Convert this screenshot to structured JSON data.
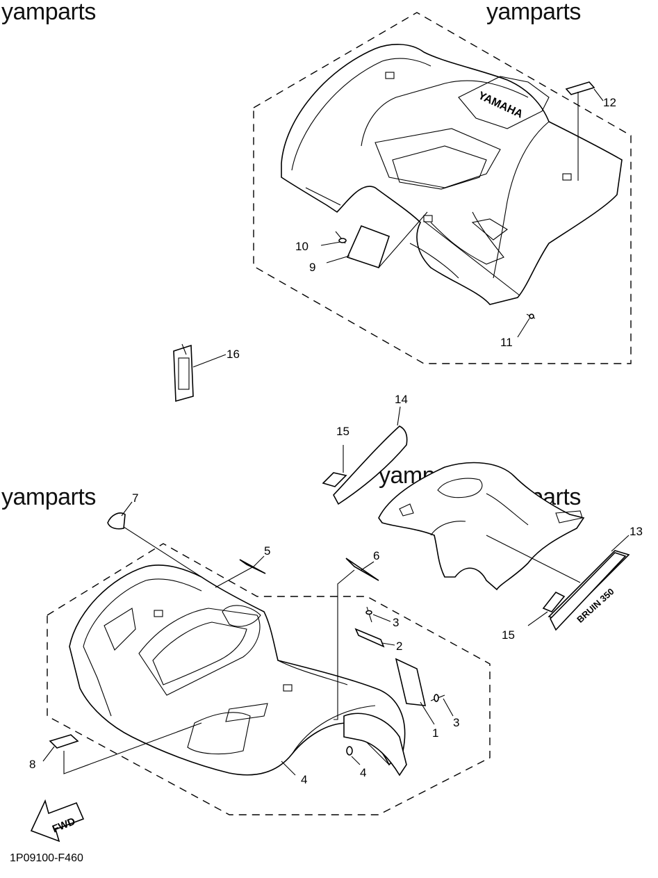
{
  "watermarks": [
    "yamparts",
    "yamparts",
    "yamparts",
    "yamparts",
    "yamparts"
  ],
  "callouts": [
    "1",
    "2",
    "3",
    "3",
    "4",
    "4",
    "5",
    "6",
    "7",
    "8",
    "9",
    "10",
    "11",
    "12",
    "13",
    "14",
    "15",
    "15",
    "16"
  ],
  "fwd_label": "FWD",
  "diagram_code": "1P09100-F460"
}
